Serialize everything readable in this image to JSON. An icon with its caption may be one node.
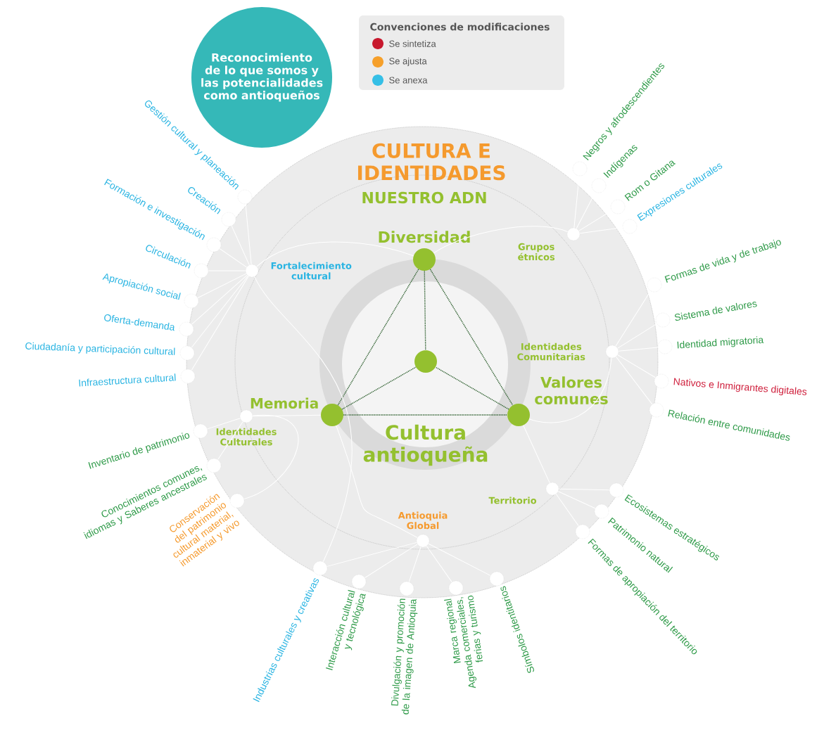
{
  "diagram": {
    "title": "CULTURA E IDENTIDADES",
    "nodes": [
      {
        "text": [
          "Reconocimiento de lo que somos y las potencialidades como antioqueños"
        ]
      },
      {
        "text": [
          "Diversidad"
        ]
      },
      {
        "text": [
          "Memoria"
        ]
      },
      {
        "text": [
          "Valores comunes"
        ]
      },
      {
        "text": [
          "Cultura antioqueña"
        ]
      },
      {
        "text": [
          "Fortalecimiento cultural"
        ]
      },
      {
        "text": [
          "Gestión cultural y planeación"
        ]
      },
      {
        "text": [
          "Creación"
        ]
      },
      {
        "text": [
          "Formación e investigación"
        ]
      },
      {
        "text": [
          "Circulación"
        ]
      },
      {
        "text": [
          "Apropiación social"
        ]
      },
      {
        "text": [
          "Oferta-demanda"
        ]
      },
      {
        "text": [
          "Ciudadanía y participación cultural"
        ]
      },
      {
        "text": [
          "Infraestructura cultural"
        ]
      },
      {
        "text": [
          "Industrias culturales y creativas"
        ]
      },
      {
        "text": [
          "Grupos étnicos"
        ]
      },
      {
        "text": [
          "Negros y afrodescendientes"
        ]
      },
      {
        "text": [
          "Indígenas"
        ]
      },
      {
        "text": [
          "Rom o Gitana"
        ]
      },
      {
        "text": [
          "Expresiones culturales"
        ]
      },
      {
        "text": [
          "Identidades Comunitarias"
        ]
      },
      {
        "text": [
          "Formas de vida y de trabajo"
        ]
      },
      {
        "text": [
          "Sistema de valores"
        ]
      },
      {
        "text": [
          "Identidad migratoria"
        ]
      },
      {
        "text": [
          "Nativos e Inmigrantes digitales"
        ]
      },
      {
        "text": [
          "Relación entre comunidades"
        ]
      },
      {
        "text": [
          "Identidades Culturales"
        ]
      },
      {
        "text": [
          "Inventario de patrimonio"
        ]
      },
      {
        "text": [
          "Conocimientos comunes, idiomas y Saberes ancestrales"
        ]
      },
      {
        "text": [
          "Conservación del patrimonio cultural material, inmaterial y vivo"
        ]
      },
      {
        "text": [
          "Territorio"
        ]
      },
      {
        "text": [
          "Ecosistemas estratégicos"
        ]
      },
      {
        "text": [
          "Patrimonio natural"
        ]
      },
      {
        "text": [
          "Formas de apropiación del territorio"
        ]
      },
      {
        "text": [
          "Antioquia Global"
        ]
      },
      {
        "text": [
          "Interacción cultural y tecnológica"
        ]
      },
      {
        "text": [
          "Divulgación y promoción de la imagen de Antioquia"
        ]
      },
      {
        "text": [
          "Marca regional Agenda comerciales, ferias y turismo"
        ]
      },
      {
        "text": [
          "Símbolos identitarios"
        ]
      }
    ],
    "edges": [
      {
        "from": 1,
        "to": 2,
        "arrow": "none",
        "style": "dashed",
        "color": "#2d5f2e"
      },
      {
        "from": 1,
        "to": 3,
        "arrow": "none",
        "style": "dashed",
        "color": "#2d5f2e"
      },
      {
        "from": 2,
        "to": 3,
        "arrow": "none",
        "style": "dashed",
        "color": "#2d5f2e"
      },
      {
        "from": 1,
        "to": 4,
        "arrow": "none",
        "style": "dashed",
        "color": "#2d5f2e"
      },
      {
        "from": 2,
        "to": 4,
        "arrow": "none",
        "style": "dashed",
        "color": "#2d5f2e"
      },
      {
        "from": 3,
        "to": 4,
        "arrow": "none",
        "style": "dashed",
        "color": "#2d5f2e"
      },
      {
        "from": 5,
        "to": 1,
        "arrow": "none"
      },
      {
        "from": 15,
        "to": 1,
        "arrow": "none"
      },
      {
        "from": 20,
        "to": 3,
        "arrow": "none"
      },
      {
        "from": 26,
        "to": 2,
        "arrow": "none"
      },
      {
        "from": 30,
        "to": 3,
        "arrow": "none"
      },
      {
        "from": 34,
        "to": 2,
        "arrow": "none"
      },
      {
        "from": 5,
        "to": 6,
        "arrow": "none"
      },
      {
        "from": 5,
        "to": 7,
        "arrow": "none"
      },
      {
        "from": 5,
        "to": 8,
        "arrow": "none"
      },
      {
        "from": 5,
        "to": 9,
        "arrow": "none"
      },
      {
        "from": 5,
        "to": 10,
        "arrow": "none"
      },
      {
        "from": 5,
        "to": 11,
        "arrow": "none"
      },
      {
        "from": 5,
        "to": 12,
        "arrow": "none"
      },
      {
        "from": 5,
        "to": 13,
        "arrow": "none"
      },
      {
        "from": 5,
        "to": 14,
        "arrow": "none"
      },
      {
        "from": 15,
        "to": 16,
        "arrow": "none"
      },
      {
        "from": 15,
        "to": 17,
        "arrow": "none"
      },
      {
        "from": 15,
        "to": 18,
        "arrow": "none"
      },
      {
        "from": 15,
        "to": 19,
        "arrow": "none"
      },
      {
        "from": 20,
        "to": 21,
        "arrow": "none"
      },
      {
        "from": 20,
        "to": 22,
        "arrow": "none"
      },
      {
        "from": 20,
        "to": 23,
        "arrow": "none"
      },
      {
        "from": 20,
        "to": 24,
        "arrow": "none"
      },
      {
        "from": 20,
        "to": 25,
        "arrow": "none"
      },
      {
        "from": 26,
        "to": 27,
        "arrow": "none"
      },
      {
        "from": 26,
        "to": 28,
        "arrow": "none"
      },
      {
        "from": 26,
        "to": 29,
        "arrow": "none"
      },
      {
        "from": 30,
        "to": 31,
        "arrow": "none"
      },
      {
        "from": 30,
        "to": 32,
        "arrow": "none"
      },
      {
        "from": 30,
        "to": 33,
        "arrow": "none"
      },
      {
        "from": 34,
        "to": 14,
        "arrow": "none"
      },
      {
        "from": 34,
        "to": 35,
        "arrow": "none"
      },
      {
        "from": 34,
        "to": 36,
        "arrow": "none"
      },
      {
        "from": 34,
        "to": 37,
        "arrow": "none"
      },
      {
        "from": 34,
        "to": 38,
        "arrow": "none"
      }
    ],
    "labels": [
      "NUESTRO ADN",
      "Convenciones de modificaciones"
    ],
    "legend": [
      {
        "text": "Se sintetiza",
        "color": "#c8192e"
      },
      {
        "text": "Se ajusta",
        "color": "#f6a02b"
      },
      {
        "text": "Se anexa",
        "color": "#35bfe6"
      }
    ]
  }
}
